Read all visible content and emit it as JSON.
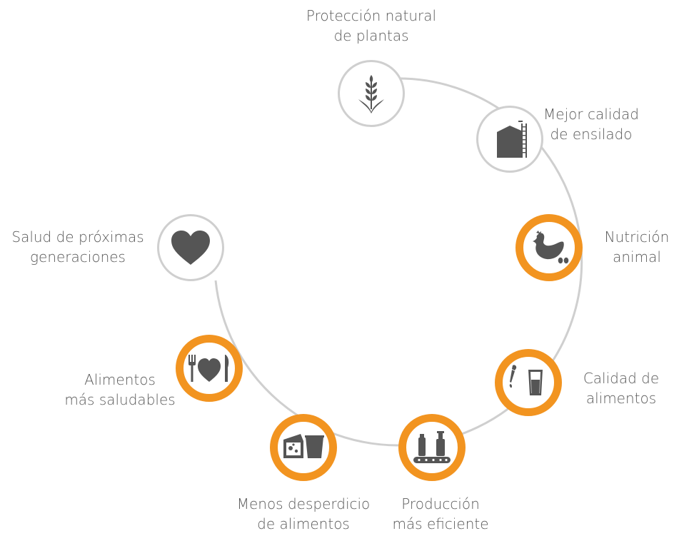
{
  "nodes": [
    {
      "id": "plant",
      "label_lines": [
        "Protección natural",
        "de plantas"
      ],
      "highlighted": false,
      "icon": "wheat-icon"
    },
    {
      "id": "silage",
      "label_lines": [
        "Mejor calidad",
        "de ensilado"
      ],
      "highlighted": false,
      "icon": "silo-icon"
    },
    {
      "id": "animal",
      "label_lines": [
        "Nutrición",
        "animal"
      ],
      "highlighted": true,
      "icon": "hen-icon"
    },
    {
      "id": "food-quality",
      "label_lines": [
        "Calidad de",
        "alimentos"
      ],
      "highlighted": true,
      "icon": "dropper-glass-icon"
    },
    {
      "id": "production",
      "label_lines": [
        "Producción",
        "más eficiente"
      ],
      "highlighted": true,
      "icon": "conveyor-bottles-icon"
    },
    {
      "id": "waste",
      "label_lines": [
        "Menos desperdicio",
        "de alimentos"
      ],
      "highlighted": true,
      "icon": "cheese-cup-icon"
    },
    {
      "id": "healthier",
      "label_lines": [
        "Alimentos",
        "más saludables"
      ],
      "highlighted": true,
      "icon": "fork-heart-knife-icon"
    },
    {
      "id": "generations",
      "label_lines": [
        "Salud de próximas",
        "generaciones"
      ],
      "highlighted": false,
      "icon": "heart-icon"
    }
  ],
  "colors": {
    "accent": "#f29420",
    "ring": "#cfcfcf",
    "icon": "#555555",
    "text": "#5a5a5a"
  }
}
